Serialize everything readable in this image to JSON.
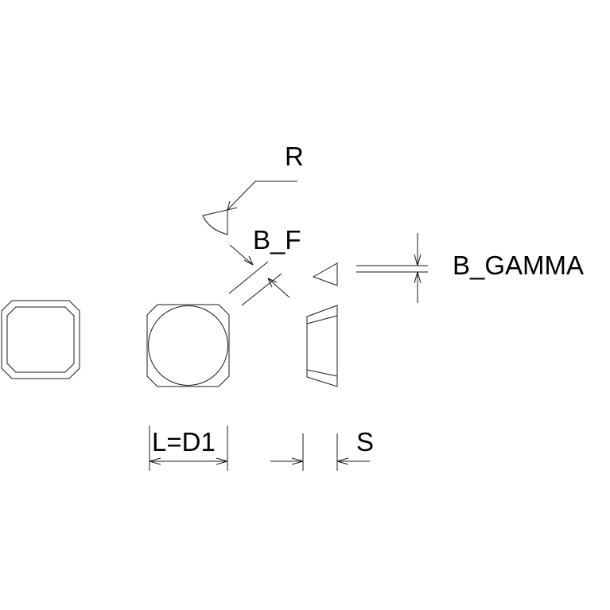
{
  "labels": {
    "radius": "R",
    "chamfer_width": "B_F",
    "chamfer_angle": "B_GAMMA",
    "length_diameter": "L=D1",
    "thickness": "S"
  }
}
